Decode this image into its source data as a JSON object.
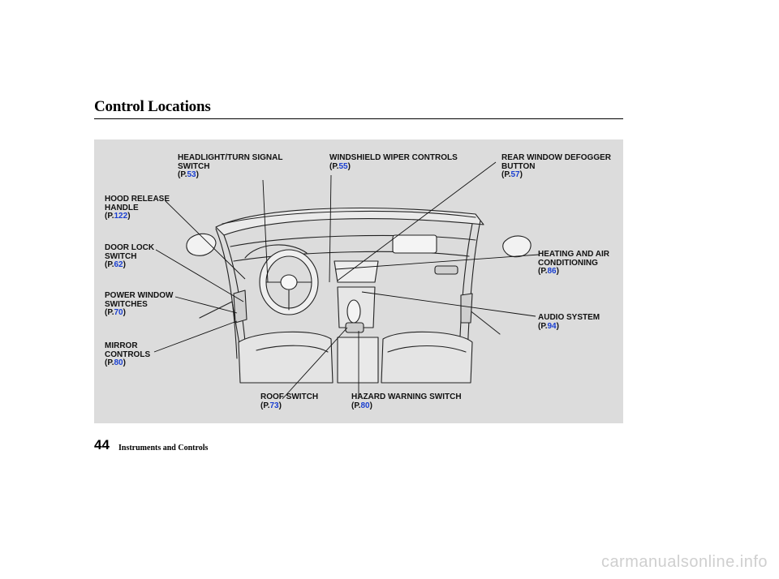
{
  "header": {
    "title": "Control Locations"
  },
  "footer": {
    "page_number": "44",
    "section": "Instruments and Controls"
  },
  "labels": {
    "headlight": {
      "lines": [
        "HEADLIGHT/TURN SIGNAL",
        "SWITCH"
      ],
      "page": "53"
    },
    "wiper": {
      "lines": [
        "WINDSHIELD WIPER CONTROLS"
      ],
      "page": "55"
    },
    "defogger": {
      "lines": [
        "REAR WINDOW DEFOGGER",
        "BUTTON"
      ],
      "page": "57"
    },
    "hood": {
      "lines": [
        "HOOD RELEASE",
        "HANDLE"
      ],
      "page": "122"
    },
    "doorlock": {
      "lines": [
        "DOOR LOCK",
        "SWITCH"
      ],
      "page": "62"
    },
    "window": {
      "lines": [
        "POWER WINDOW",
        "SWITCHES"
      ],
      "page": "70"
    },
    "mirror": {
      "lines": [
        "MIRROR",
        "CONTROLS"
      ],
      "page": "80"
    },
    "heating": {
      "lines": [
        "HEATING AND AIR",
        "CONDITIONING"
      ],
      "page": "86"
    },
    "audio": {
      "lines": [
        "AUDIO SYSTEM"
      ],
      "page": "94"
    },
    "roof": {
      "lines": [
        "ROOF SWITCH"
      ],
      "page": "73"
    },
    "hazard": {
      "lines": [
        "HAZARD WARNING SWITCH"
      ],
      "page": "80"
    }
  },
  "page_ref": {
    "prefix": "(P.",
    "suffix": ")"
  },
  "watermark": "carmanualsonline.info",
  "colors": {
    "panel": "#dcdcdc",
    "page_link": "#1a3fd0",
    "text": "#111111"
  }
}
